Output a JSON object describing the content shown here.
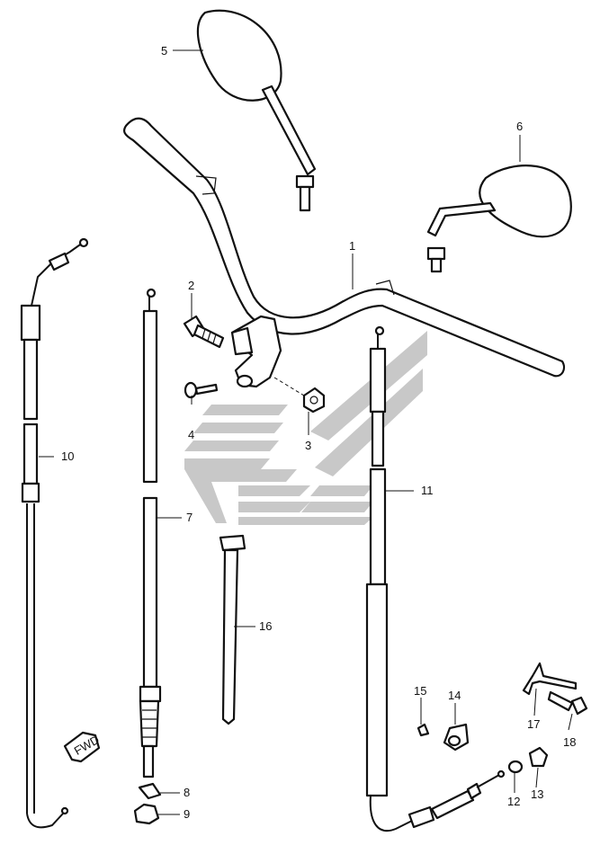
{
  "callouts": {
    "p1": "1",
    "p2": "2",
    "p3": "3",
    "p4": "4",
    "p5": "5",
    "p6": "6",
    "p7": "7",
    "p8": "8",
    "p9": "9",
    "p10": "10",
    "p11": "11",
    "p12": "12",
    "p13": "13",
    "p14": "14",
    "p15": "15",
    "p16": "16",
    "p17": "17",
    "p18": "18"
  },
  "fwd_label": "FWD",
  "colors": {
    "line": "#111111",
    "watermark": "#c8c8c8",
    "background": "#ffffff"
  }
}
